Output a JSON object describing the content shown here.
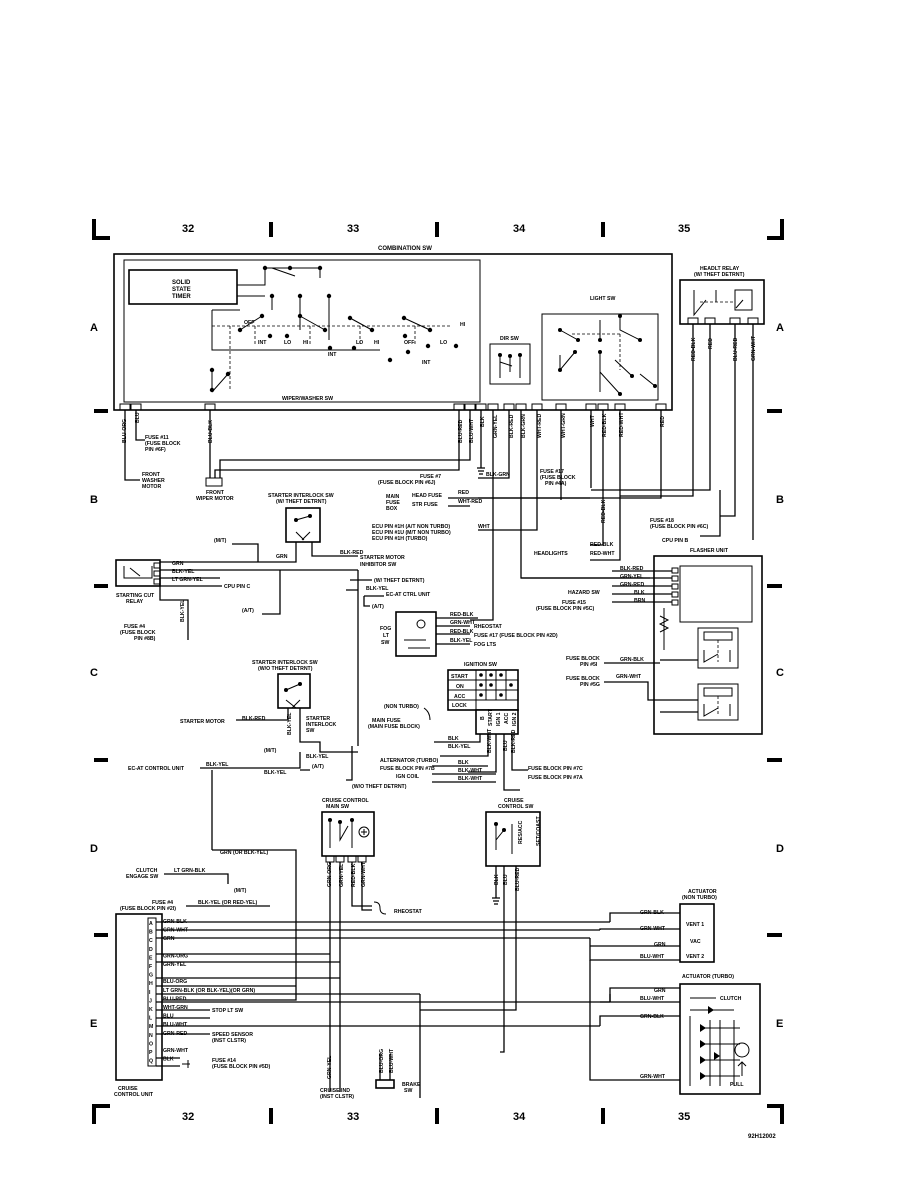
{
  "drawing_code": "92H12002",
  "grid": {
    "columns": [
      "32",
      "33",
      "34",
      "35"
    ],
    "rows": [
      "A",
      "B",
      "C",
      "D",
      "E"
    ]
  },
  "components": {
    "combination_sw": "COMBINATION SW",
    "solid_state_timer": [
      "SOLID",
      "STATE",
      "TIMER"
    ],
    "wiper_washer_sw": "WIPER/WASHER SW",
    "wiper_positions": [
      "OFF",
      "INT",
      "LO",
      "HI",
      "INT",
      "LO",
      "HI",
      "OFF",
      "LO",
      "HI",
      "INT"
    ],
    "dir_sw": "DIR SW",
    "light_sw": "LIGHT SW",
    "headlt_relay": [
      "HEADLT RELAY",
      "(W/ THEFT DETRNT)"
    ],
    "front_washer_motor": [
      "FRONT",
      "WASHER",
      "MOTOR"
    ],
    "front_wiper_motor": [
      "FRONT",
      "WIPER MOTOR"
    ],
    "starter_interlock_sw_theft": [
      "STARTER INTERLOCK SW",
      "(W/ THEFT DETRNT)"
    ],
    "starter_interlock_sw_notheft": [
      "STARTER INTERLOCK SW",
      "(W/O THEFT DETRNT)"
    ],
    "starter_interlock_sw_label": [
      "STARTER",
      "INTERLOCK",
      "SW"
    ],
    "starting cut relay": [
      "STARTING CUT",
      "RELAY"
    ],
    "fog_lt_sw": [
      "FOG",
      "LT",
      "SW"
    ],
    "ignition_sw": "IGNITION SW",
    "ignition_positions": [
      "START",
      "ON",
      "ACC",
      "LOCK"
    ],
    "ignition_terminals": [
      "B",
      "START",
      "IGN 1",
      "ACC",
      "IGN 2"
    ],
    "flasher_unit": "FLASHER UNIT",
    "cruise_control_main_sw": [
      "CRUISE CONTROL",
      "MAIN SW"
    ],
    "cruise_control_sw": [
      "CRUISE",
      "CONTROL SW"
    ],
    "cruise_control_sw_positions": [
      "RES/ACC",
      "SET/COAST"
    ],
    "actuator_non_turbo": [
      "ACTUATOR",
      "(NON TURBO)"
    ],
    "actuator_non_turbo_ports": [
      "VENT 1",
      "VAC",
      "VENT 2"
    ],
    "actuator_turbo": "ACTUATOR (TURBO)",
    "clutch": "CLUTCH",
    "pull": "PULL",
    "cruise_control_unit": [
      "CRUISE",
      "CONTROL UNIT"
    ],
    "brake_sw": [
      "BRAKE",
      "SW"
    ],
    "cruise_ind": [
      "CRUISE IND",
      "(INST CLSTR)"
    ],
    "clutch_engage_sw": [
      "CLUTCH",
      "ENGAGE SW"
    ],
    "main_fuse_box": [
      "MAIN",
      "FUSE",
      "BOX"
    ]
  },
  "top_wires": [
    "BLU-ORG",
    "BLU",
    "BLU-BLK",
    "BLU-RED",
    "BLU-WHT",
    "BLK",
    "GRN-YEL",
    "BLK-RED",
    "BLK-GRN",
    "WHT-RED",
    "WHT-GRN",
    "WHT",
    "RED-BLK",
    "RED-WHT",
    "RED"
  ],
  "headlt_relay_wires": [
    "RED-BLK",
    "RED",
    "BLU-RED",
    "GRN-WHT"
  ],
  "labels": {
    "fuse11": [
      "FUSE #11",
      "(FUSE BLOCK",
      "PIN #6F)"
    ],
    "fuse7": [
      "FUSE #7",
      "(FUSE BLOCK PIN #6J)"
    ],
    "fuse17_top": [
      "FUSE #17",
      "(FUSE BLOCK",
      "PIN #4A)"
    ],
    "head_fuse": "HEAD FUSE",
    "str_fuse": "STR FUSE",
    "fuse18": [
      "FUSE #18",
      "(FUSE BLOCK PIN #6C)"
    ],
    "ecu_lines": [
      "ECU PIN #1H (A/T NON TURBO)",
      "ECU PIN #1U (M/T NON TURBO)",
      "ECU PIN #1H (TURBO)"
    ],
    "cpu_pin_b": "CPU PIN B",
    "headlights": "HEADLIGHTS",
    "mt": "(M/T)",
    "at": "(A/T)",
    "starter_motor": "STARTER MOTOR",
    "inhibitor_sw": "INHIBITOR SW",
    "cpu_pin_c": "CPU PIN C",
    "w_theft": "(W/ THEFT DETRNT)",
    "wo_theft": "(W/O THEFT DETRNT)",
    "ec_at_ctrl_unit": "EC-AT CTRL UNIT",
    "ec_at_control_unit": "EC-AT CONTROL UNIT",
    "fuse4_upper": [
      "FUSE #4",
      "(FUSE BLOCK",
      "PIN #8B)"
    ],
    "rheostat": "RHEOSTAT",
    "fuse17_mid": "FUSE #17 (FUSE BLOCK PIN #2D)",
    "fog_lts": "FOG LTS",
    "hazard_sw": "HAZARD SW",
    "fuse15": [
      "FUSE #15",
      "(FUSE BLOCK PIN #5C)"
    ],
    "fuse_block_5i": [
      "FUSE BLOCK",
      "PIN #5I"
    ],
    "fuse_block_5g": [
      "FUSE BLOCK",
      "PIN #5G"
    ],
    "non_turbo": "(NON TURBO)",
    "main_fuse": [
      "MAIN FUSE",
      "(MAIN FUSE BLOCK)"
    ],
    "alternator_turbo": "ALTERNATOR (TURBO)",
    "fuse_block_7b": "FUSE BLOCK PIN #7B",
    "ign_coil": "IGN COIL",
    "fuse_block_7c": "FUSE BLOCK PIN #7C",
    "fuse_block_7a": "FUSE BLOCK PIN #7A",
    "grn_or_blk_yel": "GRN (OR BLK-YEL)",
    "lt_grn_blk": "LT GRN-BLK",
    "fuse4_lower": [
      "FUSE #4",
      "(FUSE BLOCK PIN #2I)"
    ],
    "blk_yel_or_red_yel": "BLK-YEL (OR RED-YEL)",
    "stop_lt_sw": "STOP LT SW",
    "speed_sensor": [
      "SPEED SENSOR",
      "(INST CLSTR)"
    ],
    "fuse14": [
      "FUSE #14",
      "(FUSE BLOCK PIN #5D)"
    ]
  },
  "mid_wires": {
    "starting_relay": [
      "GRN",
      "BLK-YEL",
      "LT GRN-YEL"
    ],
    "interlock": [
      "GRN",
      "BLK-RED",
      "BLK-YEL",
      "BLK-YEL",
      "BLK-YEL",
      "BLK-RED",
      "BLK-YEL"
    ],
    "fog": [
      "RED-BLK",
      "GRN-WHT",
      "RED-BLK",
      "BLK-YEL"
    ],
    "flasher": [
      "BLK-RED",
      "GRN-YEL",
      "GRN-RED",
      "BLK",
      "BRN",
      "GRN-BLK",
      "GRN-WHT"
    ],
    "ignition": [
      "BLK",
      "BLK-YEL",
      "BLK-WHT",
      "BLU",
      "BLK-RED",
      "BLK",
      "BLK-WHT",
      "BLK-WHT"
    ],
    "fuse_box": [
      "BLK-GRN",
      "RED",
      "WHT-RED",
      "WHT",
      "RED-BLK",
      "RED-WHT",
      "RED-BLK"
    ]
  },
  "cruise_main_wires": [
    "GRN-ORG",
    "GRN-YEL",
    "RED-BLK",
    "GRN-WHT"
  ],
  "cruise_sw_wires": [
    "BLK",
    "BLU",
    "BLU-RED"
  ],
  "unit_pins": [
    {
      "pin": "A",
      "wire": "GRN-BLK"
    },
    {
      "pin": "B",
      "wire": "GRN-WHT"
    },
    {
      "pin": "C",
      "wire": "GRN"
    },
    {
      "pin": "D",
      "wire": ""
    },
    {
      "pin": "E",
      "wire": "GRN-ORG"
    },
    {
      "pin": "F",
      "wire": "GRN-YEL"
    },
    {
      "pin": "G",
      "wire": ""
    },
    {
      "pin": "H",
      "wire": "BLU-ORG"
    },
    {
      "pin": "I",
      "wire": "LT GRN-BLK (OR BLK-YEL)(OR GRN)"
    },
    {
      "pin": "J",
      "wire": "BLU-RED"
    },
    {
      "pin": "K",
      "wire": "WHT-GRN"
    },
    {
      "pin": "L",
      "wire": "BLU"
    },
    {
      "pin": "M",
      "wire": "BLU-WHT"
    },
    {
      "pin": "N",
      "wire": "GRN-RED"
    },
    {
      "pin": "O",
      "wire": ""
    },
    {
      "pin": "P",
      "wire": "GRN-WHT"
    },
    {
      "pin": "Q",
      "wire": "BLK"
    }
  ],
  "actuator_wires": [
    "GRN-BLK",
    "GRN-WHT",
    "GRN",
    "BLU-WHT",
    "GRN",
    "BLU-WHT",
    "GRN-BLK",
    "GRN-WHT"
  ],
  "bottom_wires": [
    "GRN-YEL",
    "BLU-ORG",
    "BLU-WHT"
  ],
  "mt_label_2": "(M/T)"
}
